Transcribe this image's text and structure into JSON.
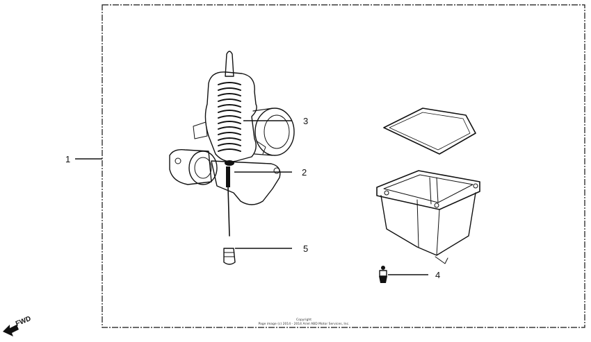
{
  "callouts": [
    {
      "id": "1",
      "label": "1"
    },
    {
      "id": "2",
      "label": "2"
    },
    {
      "id": "3",
      "label": "3"
    },
    {
      "id": "4",
      "label": "4"
    },
    {
      "id": "5",
      "label": "5"
    }
  ],
  "fwd_label": "FWD",
  "copyright": {
    "line1": "Copyright",
    "line2": "Page image (c) 2014 - 2014 Ariel ABD Motor Services, Inc."
  },
  "icons": [
    "fwd-arrow-icon"
  ]
}
